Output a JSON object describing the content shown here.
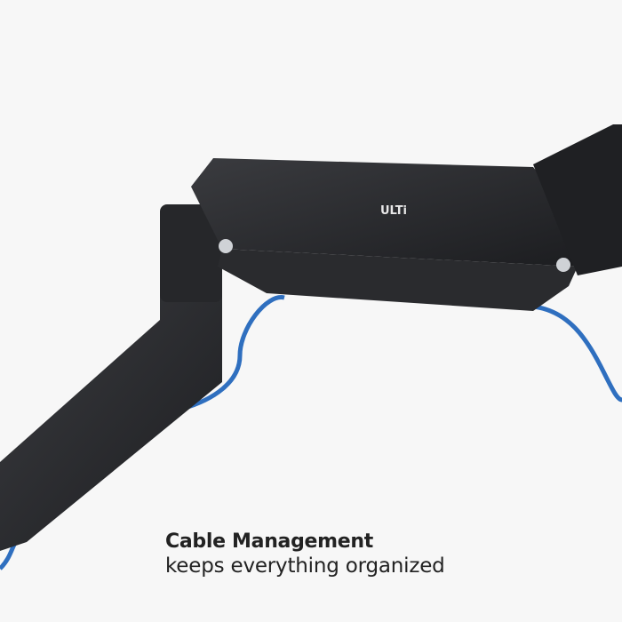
{
  "product": {
    "logo_text": "ULTi",
    "arm_color": "#2a2b2e",
    "cable_color": "#2f6fbf"
  },
  "caption": {
    "headline": "Cable Management",
    "subline": "keeps everything organized"
  }
}
